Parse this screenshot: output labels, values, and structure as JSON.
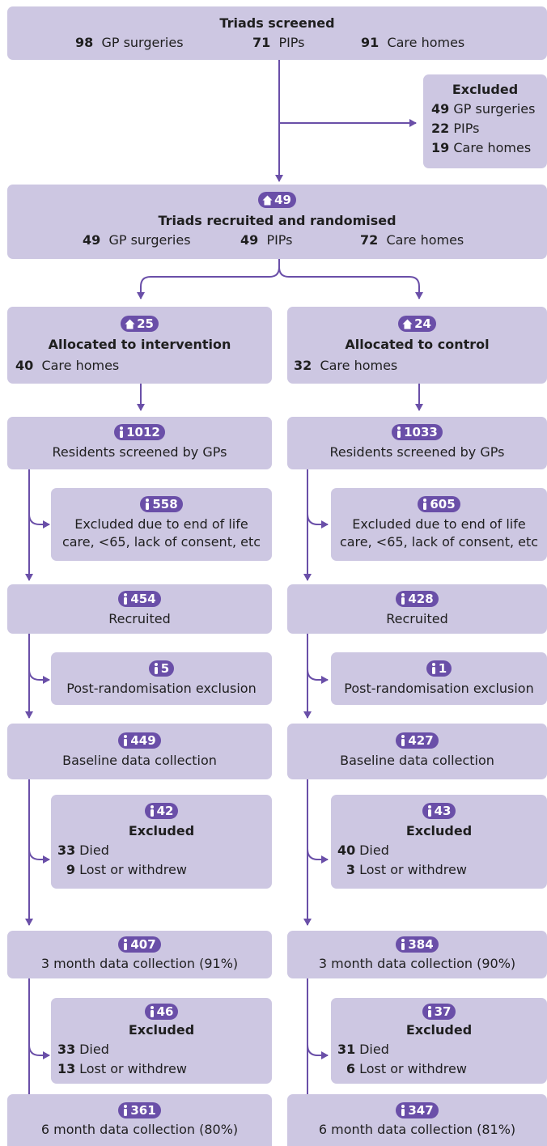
{
  "screened": {
    "title": "Triads screened",
    "items": [
      {
        "n": "98",
        "label": "GP surgeries"
      },
      {
        "n": "71",
        "label": "PIPs"
      },
      {
        "n": "91",
        "label": "Care homes"
      }
    ]
  },
  "excluded_top": {
    "title": "Excluded",
    "items": [
      {
        "n": "49",
        "label": "GP surgeries"
      },
      {
        "n": "22",
        "label": "PIPs"
      },
      {
        "n": "19",
        "label": "Care homes"
      }
    ]
  },
  "recruited": {
    "badge": "49",
    "title": "Triads recruited and randomised",
    "items": [
      {
        "n": "49",
        "label": "GP surgeries"
      },
      {
        "n": "49",
        "label": "PIPs"
      },
      {
        "n": "72",
        "label": "Care homes"
      }
    ]
  },
  "intervention": {
    "allocated": {
      "badge": "25",
      "title": "Allocated to intervention",
      "n": "40",
      "label": "Care homes"
    },
    "screened_gp": {
      "badge": "1012",
      "text": "Residents screened by GPs"
    },
    "excluded_eol": {
      "badge": "558",
      "line1": "Excluded due to end of life",
      "line2": "care, <65, lack of consent, etc"
    },
    "recruited": {
      "badge": "454",
      "text": "Recruited"
    },
    "post_rand": {
      "badge": "5",
      "text": "Post-randomisation exclusion"
    },
    "baseline": {
      "badge": "449",
      "text": "Baseline data collection"
    },
    "excluded_3m": {
      "badge": "42",
      "title": "Excluded",
      "died_n": "33",
      "died": "Died",
      "lost_n": "9",
      "lost": "Lost or withdrew"
    },
    "month3": {
      "badge": "407",
      "text": "3 month data collection (91%)"
    },
    "excluded_6m": {
      "badge": "46",
      "title": "Excluded",
      "died_n": "33",
      "died": "Died",
      "lost_n": "13",
      "lost": "Lost or withdrew"
    },
    "month6": {
      "badge": "361",
      "text": "6 month data collection (80%)"
    }
  },
  "control": {
    "allocated": {
      "badge": "24",
      "title": "Allocated to control",
      "n": "32",
      "label": "Care homes"
    },
    "screened_gp": {
      "badge": "1033",
      "text": "Residents screened by GPs"
    },
    "excluded_eol": {
      "badge": "605",
      "line1": "Excluded due to end of life",
      "line2": "care, <65, lack of consent, etc"
    },
    "recruited": {
      "badge": "428",
      "text": "Recruited"
    },
    "post_rand": {
      "badge": "1",
      "text": "Post-randomisation exclusion"
    },
    "baseline": {
      "badge": "427",
      "text": "Baseline data collection"
    },
    "excluded_3m": {
      "badge": "43",
      "title": "Excluded",
      "died_n": "40",
      "died": "Died",
      "lost_n": "3",
      "lost": "Lost or withdrew"
    },
    "month3": {
      "badge": "384",
      "text": "3 month data collection (90%)"
    },
    "excluded_6m": {
      "badge": "37",
      "title": "Excluded",
      "died_n": "31",
      "died": "Died",
      "lost_n": "6",
      "lost": "Lost or withdrew"
    },
    "month6": {
      "badge": "347",
      "text": "6 month data collection (81%)"
    }
  },
  "colors": {
    "box": "#cdc7e2",
    "badge": "#6a4fa8",
    "connector": "#6a4fa8"
  },
  "icons": {
    "home": "home-icon",
    "person": "person-icon"
  }
}
